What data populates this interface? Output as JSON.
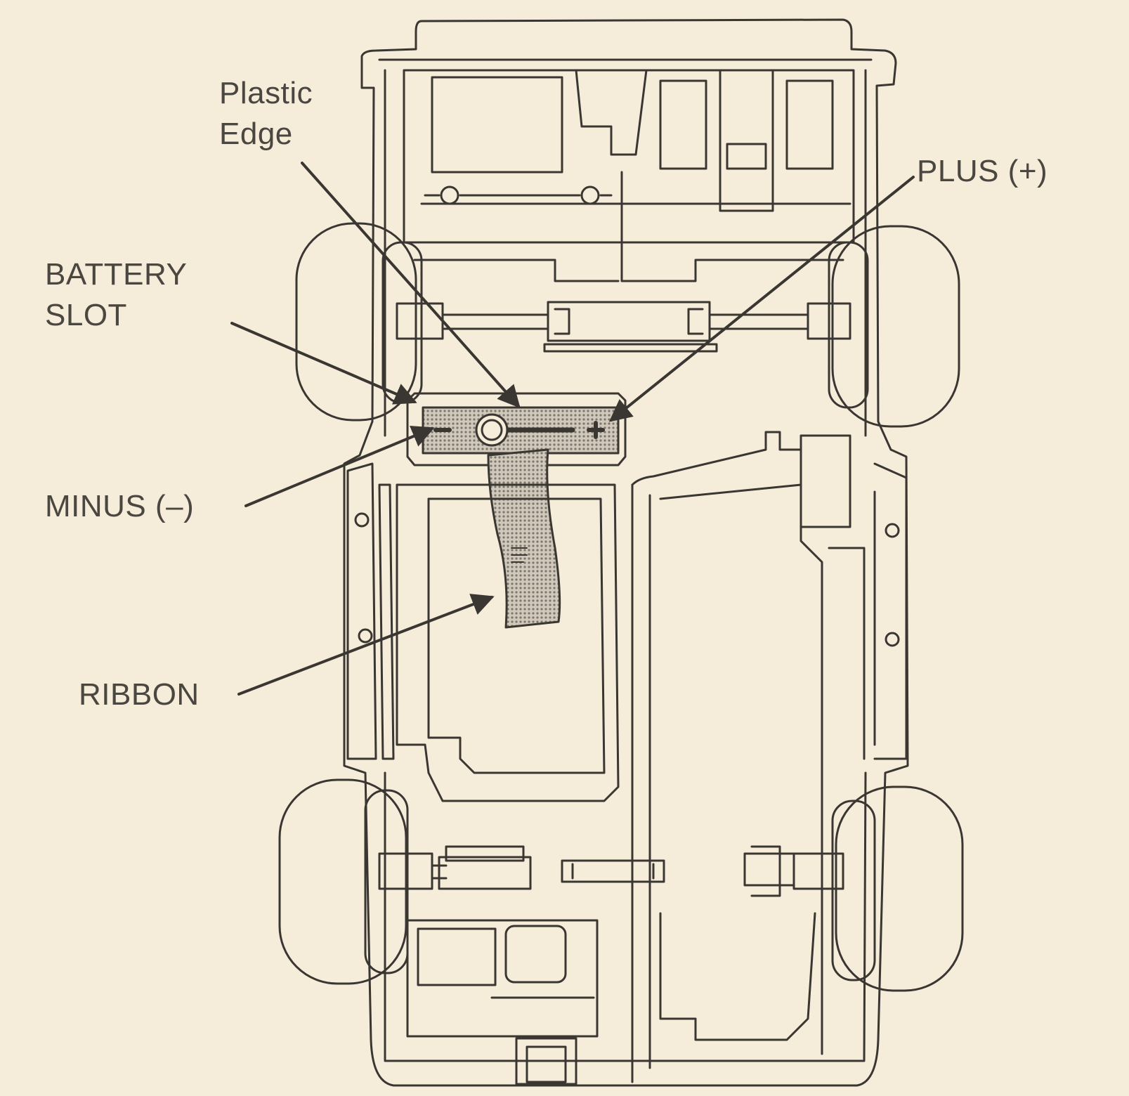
{
  "labels": {
    "plastic_edge": [
      "Plastic",
      "Edge"
    ],
    "plus": "PLUS (+)",
    "battery_slot": [
      "BATTERY",
      "SLOT"
    ],
    "minus": "MINUS (–)",
    "ribbon": "RIBBON"
  },
  "colors": {
    "background": "#f5ecd9",
    "line": "#3a3632",
    "text": "#4a4640",
    "shading": "#b9b2a6"
  }
}
